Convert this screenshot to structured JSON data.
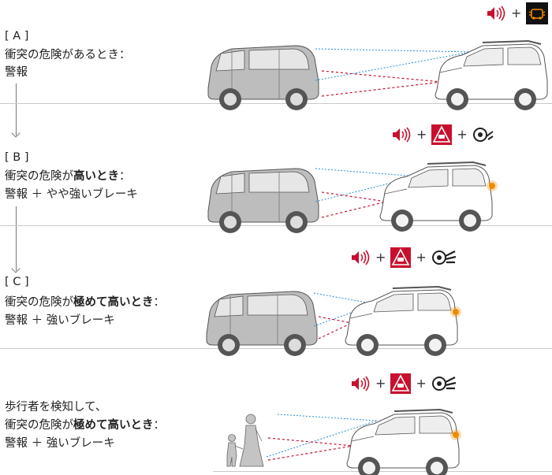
{
  "rows": [
    {
      "id": "a",
      "heading": "[ A ]",
      "line1": "衝突の危険があるとき：",
      "line2_parts": [
        "警報"
      ],
      "icons": [
        "speaker-icon",
        "plus",
        "warning-lamp-icon"
      ]
    },
    {
      "id": "b",
      "heading": "[ B ]",
      "line1_plain": "衝突の危険が",
      "line1_em": "高いとき",
      "line1_tail": "：",
      "line2": "警報 ＋ やや強いブレーキ",
      "icons": [
        "speaker-icon",
        "plus",
        "car-warning-icon",
        "plus",
        "brake-icon"
      ]
    },
    {
      "id": "c",
      "heading": "[ C ]",
      "line1_plain": "衝突の危険が",
      "line1_em": "極めて高いとき",
      "line1_tail": "：",
      "line2": "警報 ＋ 強いブレーキ",
      "icons": [
        "speaker-icon",
        "plus",
        "car-warning-icon",
        "plus",
        "strong-brake-icon"
      ]
    },
    {
      "id": "d",
      "line0": "歩行者を検知して、",
      "line1_plain": "衝突の危険が",
      "line1_em": "極めて高いとき",
      "line1_tail": "：",
      "line2": "警報 ＋ 強いブレーキ",
      "icons": [
        "speaker-icon",
        "plus",
        "car-warning-icon",
        "plus",
        "strong-brake-icon"
      ]
    }
  ],
  "plus_sign": "+",
  "colors": {
    "alert_red": "#c8102e",
    "sensor_blue": "#2a8fd6",
    "lamp_orange": "#f08a00",
    "car_gray": "#b9b9b9"
  }
}
